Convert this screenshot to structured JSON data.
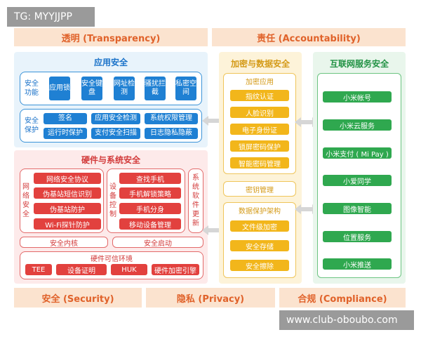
{
  "watermark_top": "TG: MYYJJPP",
  "watermark_bottom": "www.club-oboubo.com",
  "top_pillars": [
    "透明 (Transparency)",
    "责任 (Accountability)"
  ],
  "bottom_pillars": [
    "安全 (Security)",
    "隐私 (Privacy)",
    "合规 (Compliance)"
  ],
  "app_security": {
    "title": "应用安全",
    "func_label": "安全功能",
    "func_items": [
      "应用锁",
      "安全键盘",
      "网址检测",
      "骚扰拦截",
      "私密空间"
    ],
    "protect_label": "安全保护",
    "protect_items": [
      "签名",
      "应用安全检测",
      "系统权限管理",
      "运行时保护",
      "支付安全扫描",
      "日志隐私隐蔽"
    ]
  },
  "hw_security": {
    "title": "硬件与系统安全",
    "network_label": "网络安全",
    "network_items": [
      "网络安全协议",
      "伪基站短信识别",
      "伪基站防护",
      "Wi-Fi探针防护"
    ],
    "device_label": "设备控制",
    "device_items": [
      "查找手机",
      "手机解锁策略",
      "手机分身",
      "移动设备管理"
    ],
    "update_label": "系统软件更新",
    "kernel": "安全内核",
    "boot": "安全启动",
    "tee_title": "硬件可信环境",
    "tee_items": [
      "TEE",
      "设备证明",
      "HUK",
      "硬件加密引擎"
    ]
  },
  "crypto": {
    "title": "加密与数据安全",
    "app_title": "加密应用",
    "app_items": [
      "指纹认证",
      "人脸识别",
      "电子身份证",
      "锁屏密码保护",
      "智能密码管理"
    ],
    "key_mgmt": "密钥管理",
    "arch_title": "数据保护架构",
    "arch_items": [
      "文件级加密",
      "安全存储",
      "安全擦除"
    ]
  },
  "internet": {
    "title": "互联网服务安全",
    "items": [
      "小米帐号",
      "小米云服务",
      "小米支付 ( Mi Pay )",
      "小爱同学",
      "图像智能",
      "位置服务",
      "小米推送"
    ]
  },
  "colors": {
    "orange": "#e0622a",
    "blue": "#1f80d3",
    "red": "#e2413e",
    "yellow": "#f2b61b",
    "green": "#2fa84f"
  }
}
